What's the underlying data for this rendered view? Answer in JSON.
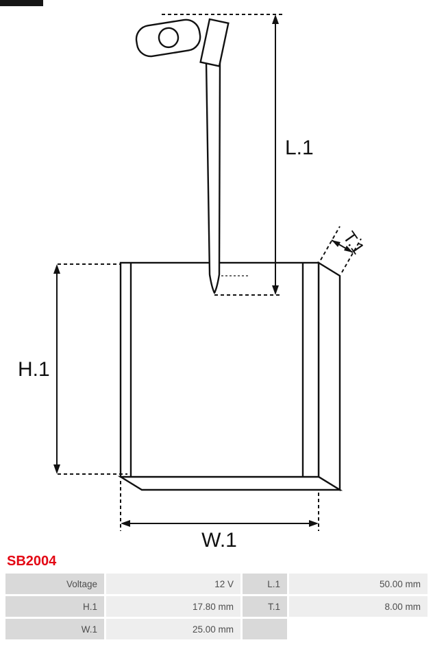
{
  "product": {
    "code": "SB2004"
  },
  "colors": {
    "product_code": "#e30613",
    "line": "#111111",
    "table_label_bg": "#d9d9d9",
    "table_value_bg": "#eeeeee"
  },
  "diagram": {
    "type": "technical-drawing-starter-brush",
    "dim_labels": {
      "l1": "L.1",
      "h1": "H.1",
      "w1": "W.1",
      "t1": "T.1"
    }
  },
  "spec_table": {
    "rows": [
      {
        "c1_label": "Voltage",
        "c1_value": "12 V",
        "c2_label": "L.1",
        "c2_value": "50.00 mm"
      },
      {
        "c1_label": "H.1",
        "c1_value": "17.80 mm",
        "c2_label": "T.1",
        "c2_value": "8.00 mm"
      },
      {
        "c1_label": "W.1",
        "c1_value": "25.00 mm",
        "c2_label": "",
        "c2_value": ""
      }
    ]
  }
}
